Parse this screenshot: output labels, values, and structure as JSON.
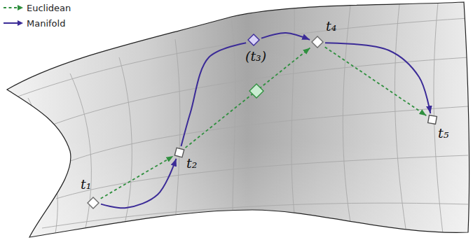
{
  "diagram": {
    "nodes": [
      {
        "text": [
          "t₁"
        ]
      },
      {
        "text": [
          "t₂"
        ]
      },
      {
        "text": [
          "(t₃)"
        ]
      },
      {
        "text": [
          "t₄"
        ]
      },
      {
        "text": [
          "t₅"
        ]
      }
    ],
    "edges": [
      {
        "from": 0,
        "to": 1,
        "arrow": "to"
      },
      {
        "from": 1,
        "to": 3,
        "arrow": "to"
      },
      {
        "from": 3,
        "to": 4,
        "arrow": "to"
      },
      {
        "from": 0,
        "to": 1,
        "arrow": "to"
      },
      {
        "from": 1,
        "to": 2,
        "arrow": "none"
      },
      {
        "from": 2,
        "to": 3,
        "arrow": "to"
      },
      {
        "from": 3,
        "to": 4,
        "arrow": "to"
      }
    ],
    "legend": [
      {
        "text": "Euclidean"
      },
      {
        "text": "Manifold"
      }
    ]
  }
}
